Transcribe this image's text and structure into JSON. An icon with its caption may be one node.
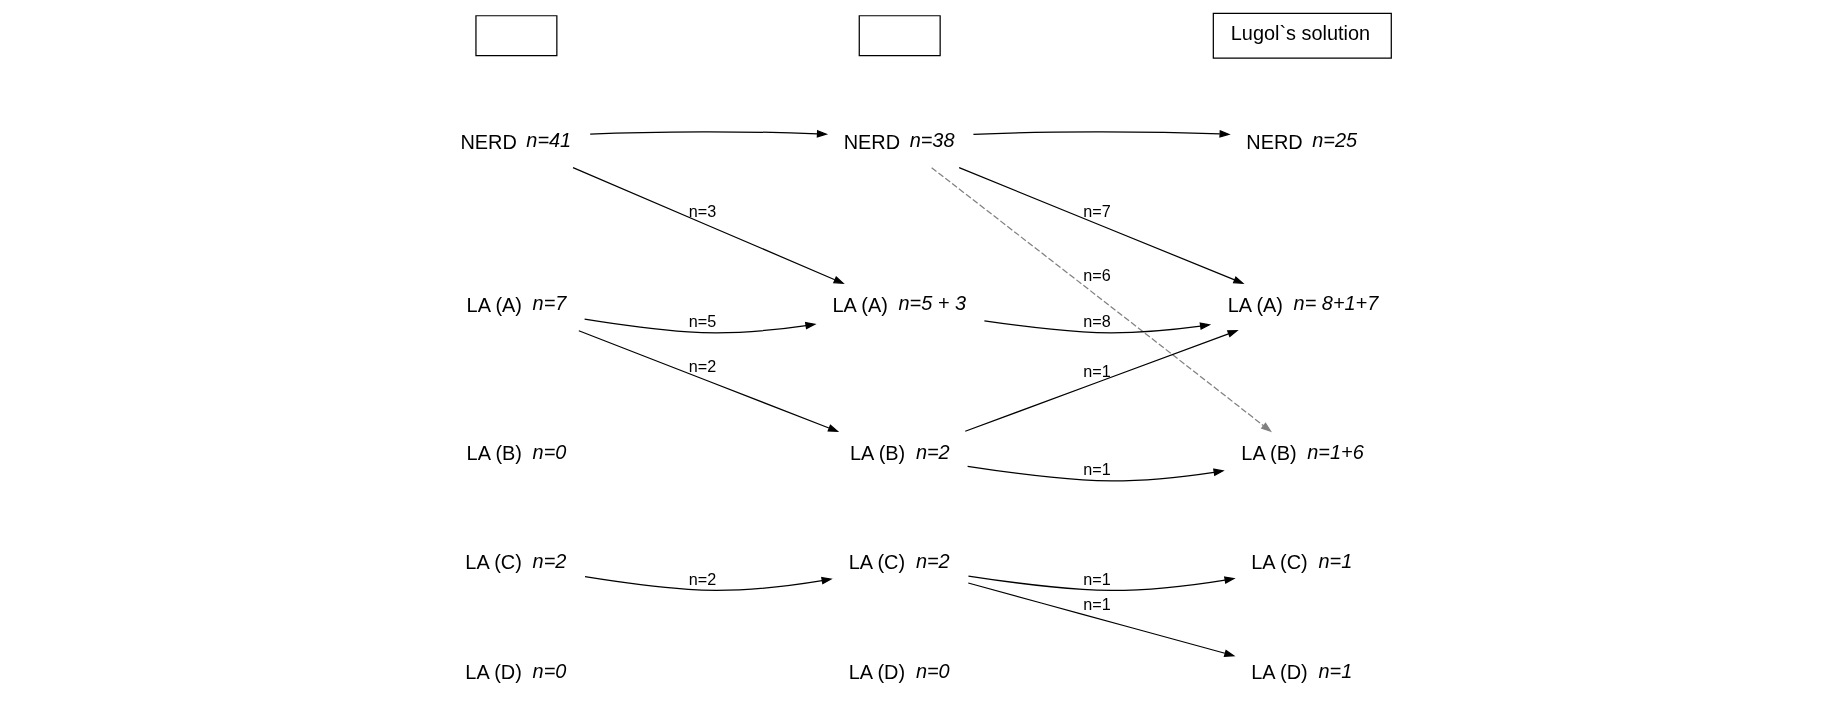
{
  "diagram": {
    "nodes": [
      {
        "text": [],
        "shape": "box"
      },
      {
        "text": [],
        "shape": "box"
      },
      {
        "text": [
          "Lugol`s solution"
        ]
      },
      {
        "text": [
          "NERD",
          "n=41"
        ]
      },
      {
        "text": [
          "NERD",
          "n=38"
        ]
      },
      {
        "text": [
          "NERD",
          "n=25"
        ]
      },
      {
        "text": [
          "LA (A)",
          "n=7"
        ]
      },
      {
        "text": [
          "LA (A)",
          "n=5 + 3"
        ]
      },
      {
        "text": [
          "LA (A)",
          "n= 8+1+7"
        ]
      },
      {
        "text": [
          "LA (B)",
          "n=0"
        ]
      },
      {
        "text": [
          "LA (B)",
          "n=2"
        ]
      },
      {
        "text": [
          "LA (B)",
          "n=1+6"
        ]
      },
      {
        "text": [
          "LA (C)",
          "n=2"
        ]
      },
      {
        "text": [
          "LA (C)",
          "n=2"
        ]
      },
      {
        "text": [
          "LA (C)",
          "n=1"
        ]
      },
      {
        "text": [
          "LA (D)",
          "n=0"
        ]
      },
      {
        "text": [
          "LA (D)",
          "n=0"
        ]
      },
      {
        "text": [
          "LA (D)",
          "n=1"
        ]
      }
    ],
    "edges": [
      {
        "from": 3,
        "to": 4,
        "arrow": "to"
      },
      {
        "from": 3,
        "to": 7,
        "arrow": "to",
        "label": "n=3"
      },
      {
        "from": 6,
        "to": 7,
        "arrow": "to",
        "label": "n=5"
      },
      {
        "from": 6,
        "to": 10,
        "arrow": "to",
        "label": "n=2"
      },
      {
        "from": 12,
        "to": 13,
        "arrow": "to",
        "label": "n=2"
      },
      {
        "from": 4,
        "to": 5,
        "arrow": "to"
      },
      {
        "from": 4,
        "to": 8,
        "arrow": "to",
        "label": "n=7"
      },
      {
        "from": 4,
        "to": 11,
        "arrow": "to",
        "label": "n=6",
        "style": "dashed",
        "color": "#808080"
      },
      {
        "from": 7,
        "to": 8,
        "arrow": "to",
        "label": "n=8"
      },
      {
        "from": 10,
        "to": 8,
        "arrow": "to",
        "label": "n=1"
      },
      {
        "from": 10,
        "to": 11,
        "arrow": "to",
        "label": "n=1"
      },
      {
        "from": 13,
        "to": 14,
        "arrow": "to",
        "label": "n=1"
      },
      {
        "from": 13,
        "to": 17,
        "arrow": "to",
        "label": "n=1"
      }
    ]
  }
}
